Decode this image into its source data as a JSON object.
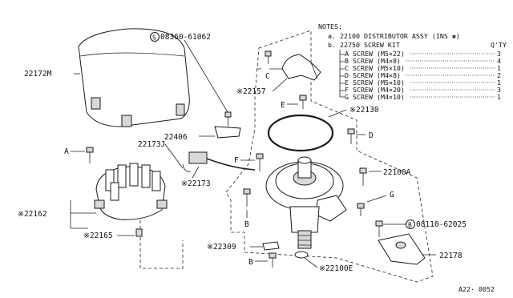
{
  "notes": {
    "title": "NOTES:",
    "line_a": "a. 22100 DISTRIBUTOR ASSY (INS ✱)",
    "line_b": "b. 22750 SCREW KIT",
    "qty_header": "Q'TY",
    "screws": [
      {
        "text": "A SCREW (M5×22)",
        "qty": "3"
      },
      {
        "text": "B SCREW (M4×8)",
        "qty": "4"
      },
      {
        "text": "C SCREW (M5×10)",
        "qty": "1"
      },
      {
        "text": "D SCREW (M4×8)",
        "qty": "2"
      },
      {
        "text": "E SCREW (M5×10)",
        "qty": "1"
      },
      {
        "text": "F SCREW (M4×20)",
        "qty": "3"
      },
      {
        "text": "G SCREW (M4×10)",
        "qty": "1"
      }
    ]
  },
  "callouts": {
    "p22172m": "22172M",
    "p08360": "08360-61062",
    "p22157": "※22157",
    "p22130": "※22130",
    "p22406": "22406",
    "p22173j": "22173J",
    "p22173": "※22173",
    "p22162": "※22162",
    "p22165": "※22165",
    "p22100a": "22100A",
    "p08110": "08110-62025",
    "p22178": "22178",
    "p22309": "※22309",
    "p22100e": "※22100E",
    "s_symbol": "S",
    "b_symbol": "B"
  },
  "letters": {
    "a": "A",
    "b1": "B",
    "b2": "B",
    "c": "C",
    "d": "D",
    "e": "E",
    "f": "F",
    "g": "G"
  },
  "footer_code": "A22· 0052"
}
